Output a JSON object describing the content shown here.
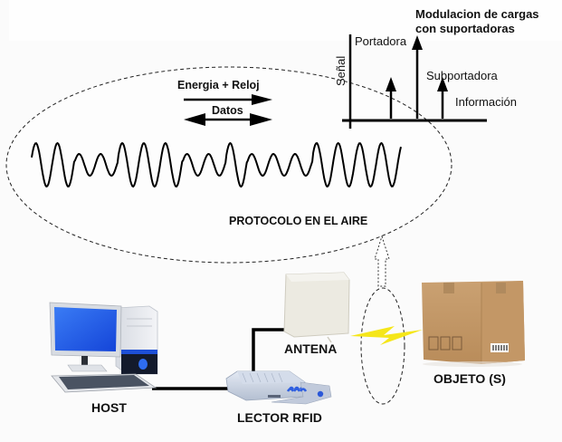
{
  "diagram": {
    "title": "Modulacion de cargas con suportadoras",
    "title_lines": [
      "Modulacion de cargas",
      "con suportadoras"
    ],
    "spectrum": {
      "y_axis_label": "Señal",
      "components": [
        {
          "name": "Portadora",
          "role": "carrier",
          "relative_amplitude": 1.0
        },
        {
          "name": "Subportadora",
          "role": "subcarrier",
          "relative_amplitude": 0.5
        },
        {
          "name": "Información",
          "role": "information",
          "relative_amplitude": 0.5
        }
      ],
      "labels": {
        "carrier": "Portadora",
        "subcarrier": "Subportadora",
        "information": "Información"
      }
    },
    "air_protocol": {
      "label": "PROTOCOLO EN EL AIRE",
      "forward_link": {
        "label": "Energia + Reloj",
        "direction": "unidirectional"
      },
      "data_link": {
        "label": "Datos",
        "direction": "bidirectional"
      },
      "waveform_peak_pattern": [
        "H",
        "H",
        "L",
        "L",
        "H",
        "H",
        "H",
        "L",
        "L",
        "H",
        "L",
        "L",
        "L",
        "H",
        "H",
        "H",
        "H"
      ]
    },
    "nodes": {
      "host": {
        "label": "HOST",
        "icon": "desktop-computer-icon"
      },
      "reader": {
        "label": "LECTOR RFID",
        "icon": "rfid-reader-icon"
      },
      "antenna": {
        "label": "ANTENA",
        "icon": "antenna-panel-icon"
      },
      "object": {
        "label": "OBJETO (S)",
        "icon": "cardboard-box-icon"
      }
    },
    "connections": [
      {
        "from": "host",
        "to": "reader",
        "type": "cable"
      },
      {
        "from": "reader",
        "to": "antenna",
        "type": "cable"
      },
      {
        "from": "antenna",
        "to": "object",
        "type": "wireless"
      }
    ],
    "colors": {
      "ink": "#111111",
      "monitor_screen": "#1f5fe8",
      "tower_accent": "#1d4fd6",
      "box": "#c49a66",
      "lightning": "#f5e619",
      "antenna": "#ecebe3",
      "reader": "#c9d3e3",
      "reader_leds": "#2f5fe0"
    }
  }
}
